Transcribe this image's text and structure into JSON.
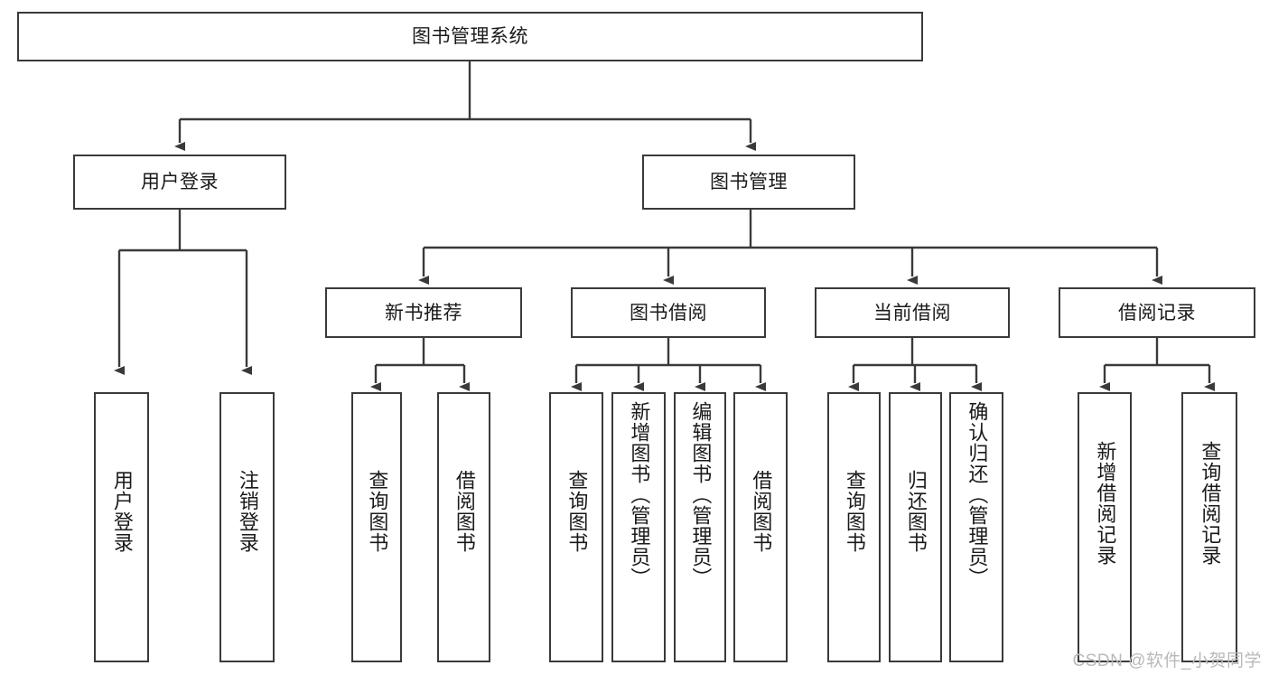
{
  "diagram": {
    "title": "图书管理系统",
    "type": "tree",
    "colors": {
      "box_border": "#3a3a3a",
      "box_fill": "#ffffff",
      "line": "#3a3a3a",
      "text": "#1a1a1a",
      "watermark": "#b9b9b9",
      "background": "#ffffff"
    },
    "root": {
      "label": "图书管理系统"
    },
    "level2": [
      {
        "label": "用户登录"
      },
      {
        "label": "图书管理"
      }
    ],
    "level3": [
      {
        "label": "新书推荐"
      },
      {
        "label": "图书借阅"
      },
      {
        "label": "当前借阅"
      },
      {
        "label": "借阅记录"
      }
    ],
    "leaves": {
      "user_login": [
        {
          "label": "用户登录"
        },
        {
          "label": "注销登录"
        }
      ],
      "new_book_recommend": [
        {
          "label": "查询图书"
        },
        {
          "label": "借阅图书"
        }
      ],
      "book_borrow": [
        {
          "label": "查询图书"
        },
        {
          "label": "新增图书（管理员）"
        },
        {
          "label": "编辑图书（管理员）"
        },
        {
          "label": "借阅图书"
        }
      ],
      "current_borrow": [
        {
          "label": "查询图书"
        },
        {
          "label": "归还图书"
        },
        {
          "label": "确认归还（管理员）"
        }
      ],
      "borrow_record": [
        {
          "label": "新增借阅记录"
        },
        {
          "label": "查询借阅记录"
        }
      ]
    }
  },
  "watermark": {
    "text": "CSDN @软件_小贺同学"
  }
}
